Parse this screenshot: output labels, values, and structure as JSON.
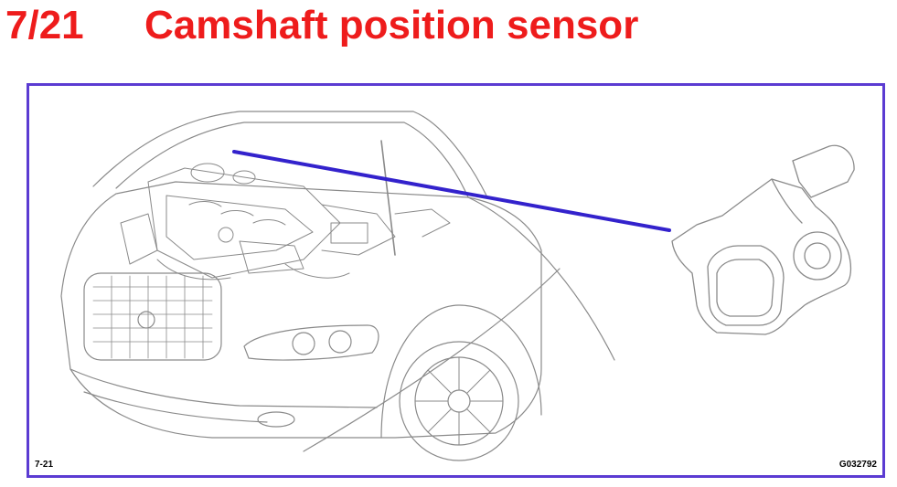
{
  "header": {
    "number": "7/21",
    "title": "Camshaft position sensor"
  },
  "figure": {
    "label_left": "7-21",
    "label_right": "G032792",
    "frame_color": "#5b3bd2",
    "pointer_color": "#3322cc",
    "line_color": "#8a8a8a",
    "title_color": "#ee1c1c"
  }
}
